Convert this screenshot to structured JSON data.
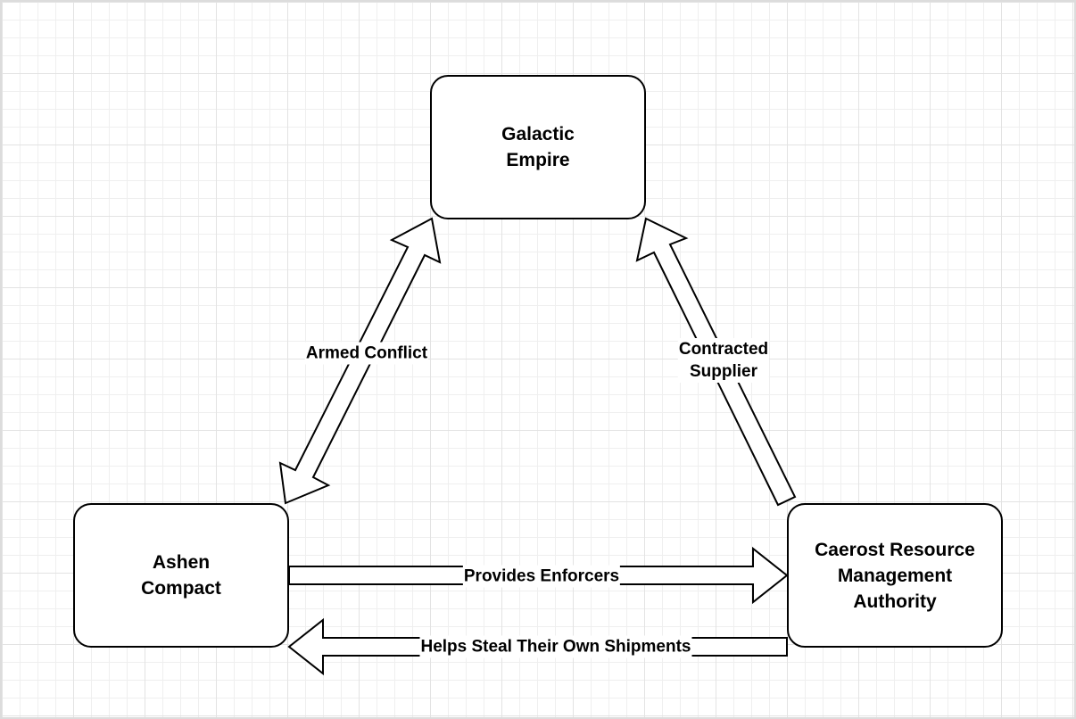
{
  "diagram": {
    "nodes": {
      "empire": {
        "label": "Galactic\nEmpire"
      },
      "ashen": {
        "label": "Ashen\nCompact"
      },
      "caerost": {
        "label": "Caerost Resource\nManagement\nAuthority"
      }
    },
    "edges": {
      "armed_conflict": {
        "label": "Armed Conflict",
        "from": "Ashen Compact",
        "to": "Galactic Empire",
        "direction": "both"
      },
      "contracted_supplier": {
        "label": "Contracted\nSupplier",
        "from": "Caerost Resource Management Authority",
        "to": "Galactic Empire",
        "direction": "forward"
      },
      "provides_enforcers": {
        "label": "Provides Enforcers",
        "from": "Ashen Compact",
        "to": "Caerost Resource Management Authority",
        "direction": "forward"
      },
      "helps_steal": {
        "label": "Helps Steal Their Own Shipments",
        "from": "Caerost Resource Management Authority",
        "to": "Ashen Compact",
        "direction": "forward"
      }
    },
    "colors": {
      "stroke": "#000000",
      "fill": "#ffffff",
      "grid": "#e3e3e3"
    }
  }
}
